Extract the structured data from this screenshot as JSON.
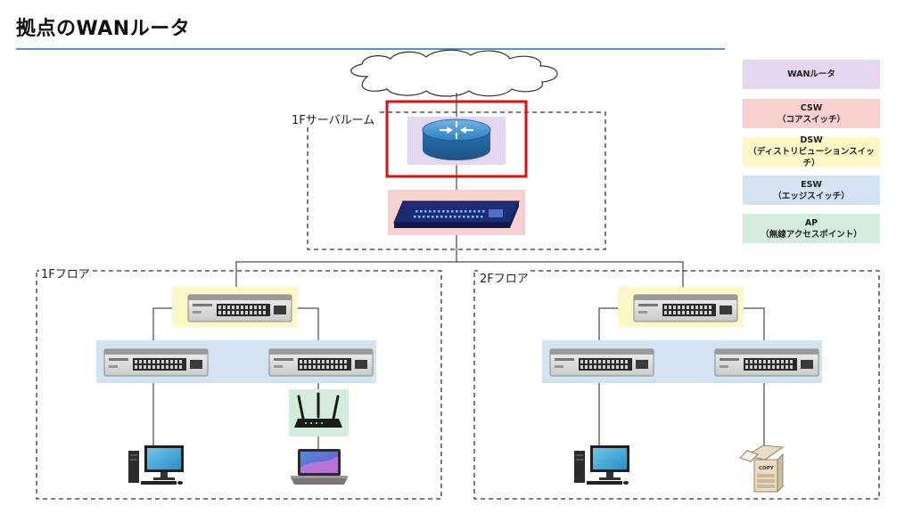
{
  "title": "拠点のWANルータ",
  "zones": {
    "server_room": "1Fサーバルーム",
    "floor1": "1Fフロア",
    "floor2": "2Fフロア"
  },
  "legend": [
    {
      "line1": "WANルータ",
      "line2": "",
      "color": "#e3d6ee"
    },
    {
      "line1": "CSW",
      "line2": "（コアスイッチ）",
      "color": "#f8d0d0"
    },
    {
      "line1": "DSW",
      "line2": "（ディストリビューションスイッチ）",
      "color": "#fdf8c6"
    },
    {
      "line1": "ESW",
      "line2": "（エッジスイッチ）",
      "color": "#d3e3f2"
    },
    {
      "line1": "AP",
      "line2": "（無線アクセスポイント）",
      "color": "#d4ecdd"
    }
  ],
  "device_text": {
    "copier": "COPY"
  },
  "colors": {
    "highlight": "#e01010",
    "rule": "#5b8fc7"
  }
}
